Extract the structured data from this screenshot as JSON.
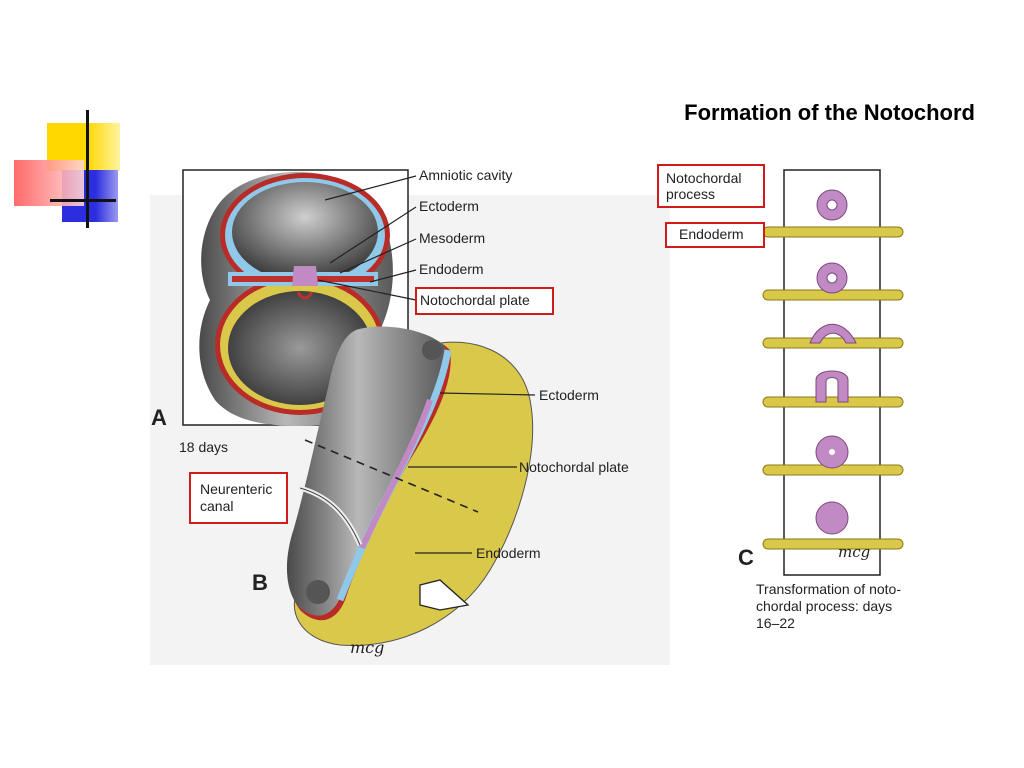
{
  "slide": {
    "title": "Formation of the Notochord"
  },
  "panel_a": {
    "letter": "A",
    "age": "18 days",
    "labels": [
      "Amniotic cavity",
      "Ectoderm",
      "Mesoderm",
      "Endoderm",
      "Notochordal plate"
    ]
  },
  "panel_b": {
    "letter": "B",
    "labels": [
      "Ectoderm",
      "Notochordal plate",
      "Endoderm"
    ],
    "canal_label": [
      "Neurenteric",
      "canal"
    ],
    "signature": "mcg"
  },
  "panel_c": {
    "letter": "C",
    "labels": [
      [
        "Notochordal",
        "process"
      ],
      "Endoderm"
    ],
    "caption": [
      "Transformation of noto-",
      "chordal process: days",
      "16–22"
    ],
    "signature": "mcg"
  },
  "colors": {
    "highlight_box": "#d11a1a",
    "ectoderm": "#8fc8e8",
    "mesoderm": "#c0302a",
    "endoderm": "#d9c84a",
    "notochord": "#c28ac4",
    "deco_yellow": "#ffd800",
    "deco_blue": "#2d2de0",
    "deco_red": "#ff5a5a"
  }
}
